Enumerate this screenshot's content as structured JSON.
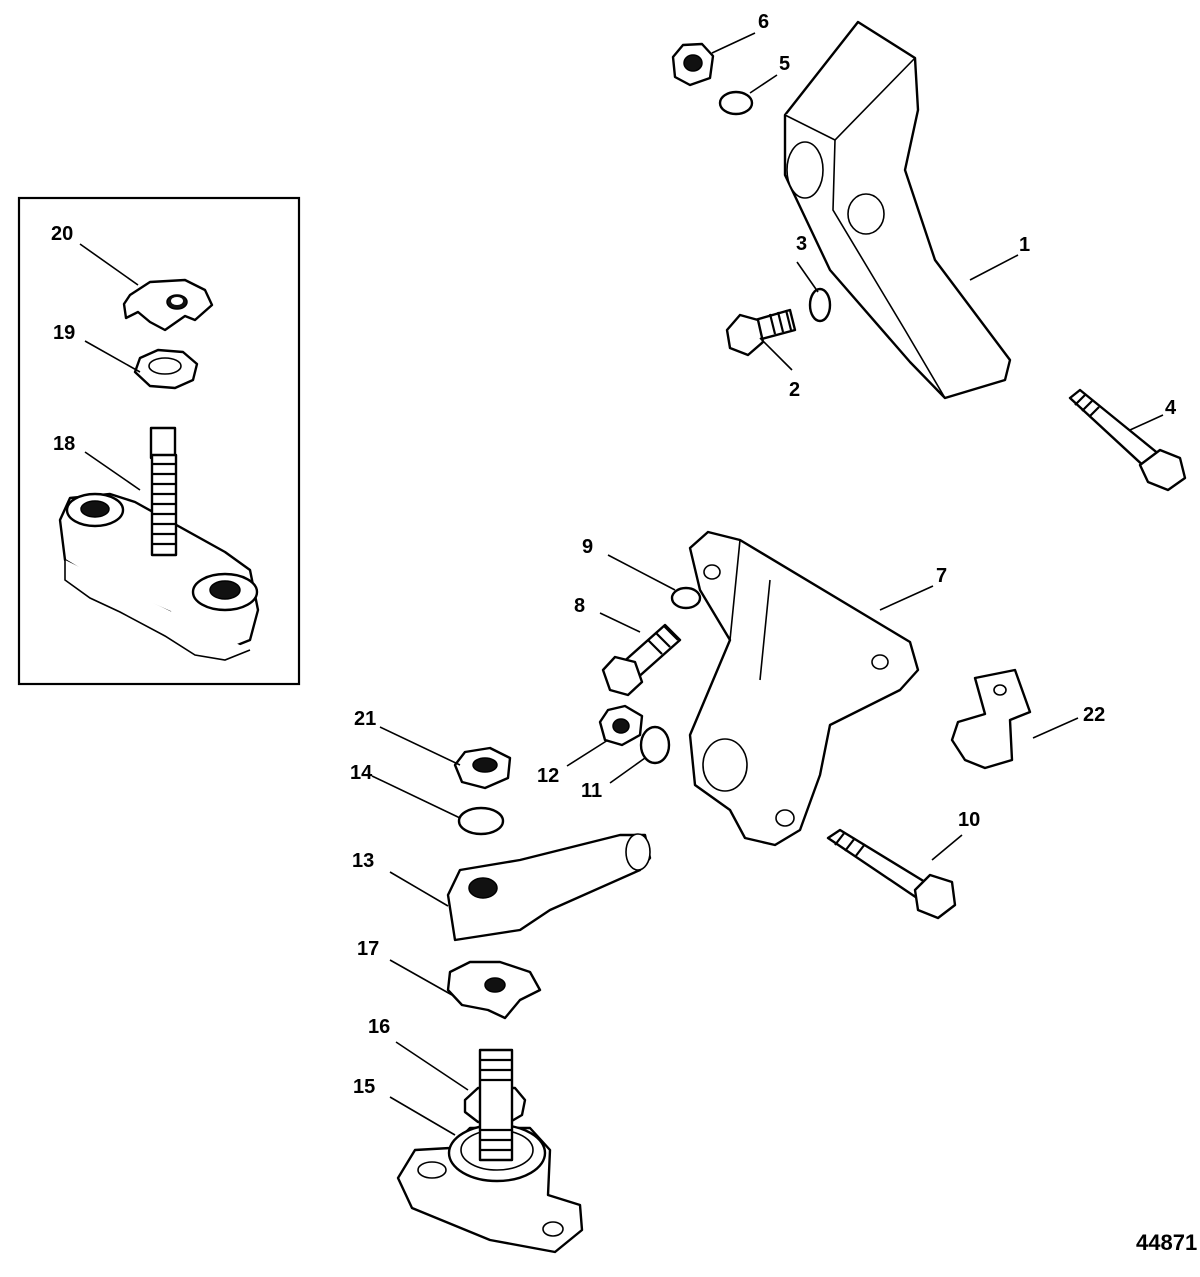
{
  "figure_id": "44871",
  "callouts": [
    {
      "n": "1"
    },
    {
      "n": "2"
    },
    {
      "n": "3"
    },
    {
      "n": "4"
    },
    {
      "n": "5"
    },
    {
      "n": "6"
    },
    {
      "n": "7"
    },
    {
      "n": "8"
    },
    {
      "n": "9"
    },
    {
      "n": "10"
    },
    {
      "n": "11"
    },
    {
      "n": "12"
    },
    {
      "n": "13"
    },
    {
      "n": "14"
    },
    {
      "n": "15"
    },
    {
      "n": "16"
    },
    {
      "n": "17"
    },
    {
      "n": "18"
    },
    {
      "n": "19"
    },
    {
      "n": "20"
    },
    {
      "n": "21"
    },
    {
      "n": "22"
    }
  ]
}
